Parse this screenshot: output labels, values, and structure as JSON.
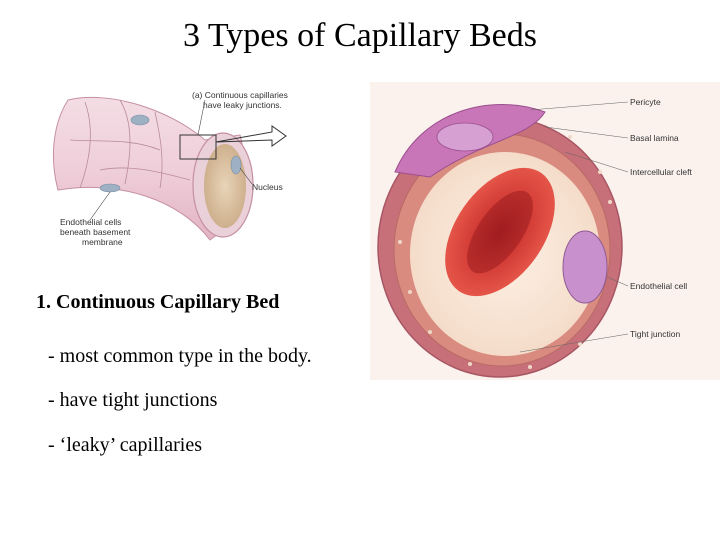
{
  "slide": {
    "title": "3 Types of Capillary Beds",
    "heading": "1. Continuous Capillary Bed",
    "bullets": [
      "- most common type in the body.",
      "- have tight junctions",
      "- ‘leaky’ capillaries"
    ]
  },
  "figure_a": {
    "caption_line1": "(a) Continuous capillaries",
    "caption_line2": "have leaky junctions.",
    "nucleus_label": "Nucleus",
    "endothelial_line1": "Endothelial cells",
    "endothelial_line2": "beneath basement",
    "endothelial_line3": "membrane"
  },
  "figure_b": {
    "labels": [
      "Pericyte",
      "Basal lamina",
      "Intercellular cleft",
      "Endothelial cell",
      "Tight junction"
    ]
  }
}
